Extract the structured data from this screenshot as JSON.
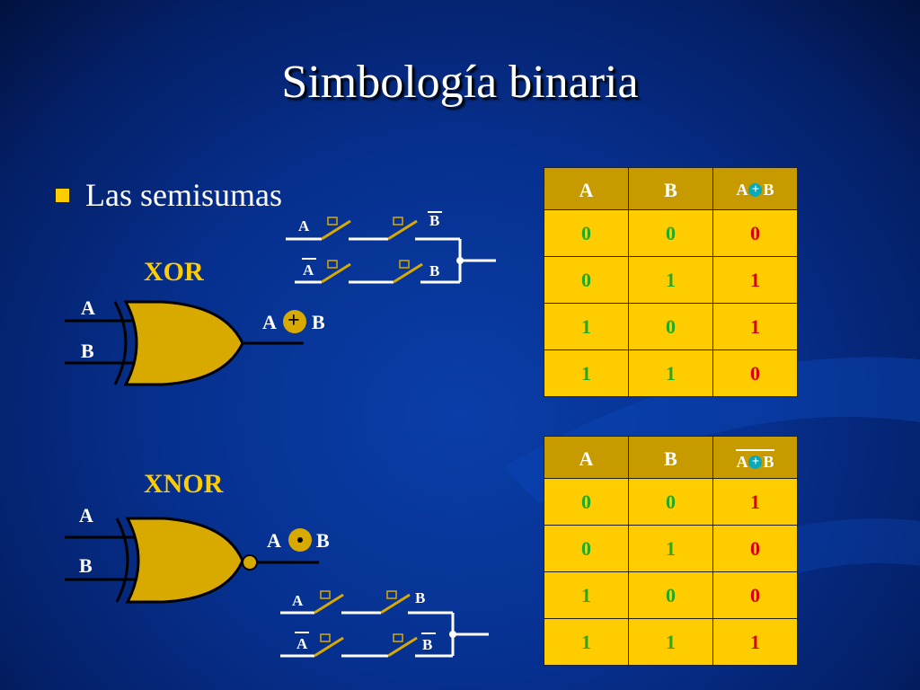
{
  "slide": {
    "title": "Simbología binaria",
    "bullet": "Las semisumas"
  },
  "xor": {
    "label": "XOR",
    "input_a": "A",
    "input_b": "B",
    "out_a": "A",
    "out_op": "+",
    "out_b": "B",
    "switch_labels": [
      "A",
      "B",
      "A",
      "B"
    ]
  },
  "xnor": {
    "label": "XNOR",
    "input_a": "A",
    "input_b": "B",
    "out_a": "A",
    "out_op": "•",
    "out_b": "B",
    "switch_labels": [
      "A",
      "B",
      "A",
      "B"
    ]
  },
  "table_xor": {
    "headers": [
      "A",
      "B"
    ],
    "out_header_a": "A",
    "out_header_op": "+",
    "out_header_b": "B",
    "rows": [
      [
        "0",
        "0",
        "0"
      ],
      [
        "0",
        "1",
        "1"
      ],
      [
        "1",
        "0",
        "1"
      ],
      [
        "1",
        "1",
        "0"
      ]
    ]
  },
  "table_xnor": {
    "headers": [
      "A",
      "B"
    ],
    "out_header_a": "A",
    "out_header_op": "+",
    "out_header_b": "B",
    "rows": [
      [
        "0",
        "0",
        "1"
      ],
      [
        "0",
        "1",
        "0"
      ],
      [
        "1",
        "0",
        "0"
      ],
      [
        "1",
        "1",
        "1"
      ]
    ]
  },
  "colors": {
    "background": "#06308f",
    "accent": "#ffcc00",
    "table_header": "#c79a00",
    "value_inputs": "#22aa22",
    "value_output": "#dd0000"
  }
}
